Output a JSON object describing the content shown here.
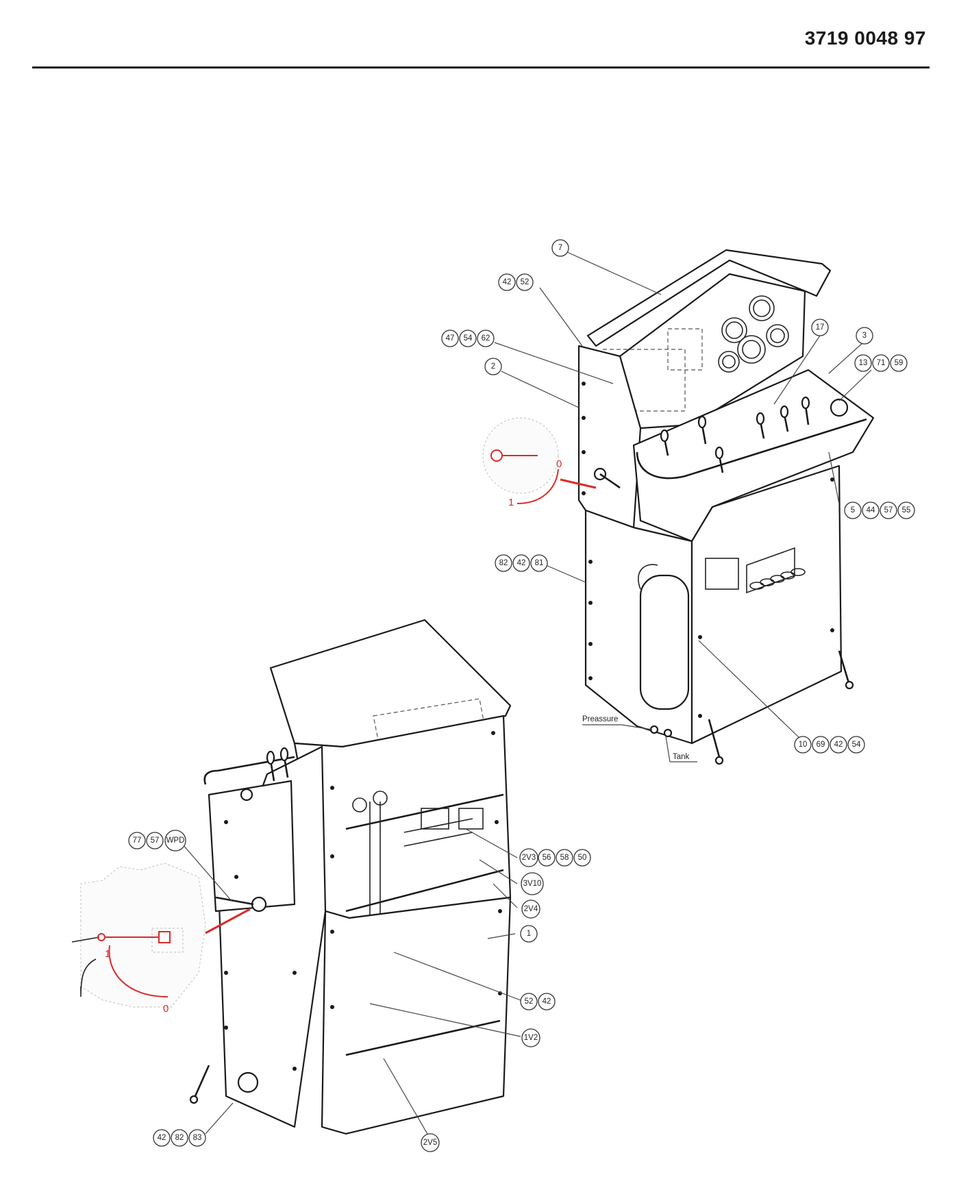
{
  "header": {
    "doc_number": "3719 0048 97"
  },
  "callouts_upper": {
    "c7": "7",
    "c42a": "42",
    "c52a": "52",
    "c47": "47",
    "c54a": "54",
    "c62": "62",
    "c2": "2",
    "c17": "17",
    "c3": "3",
    "c13": "13",
    "c71": "71",
    "c59": "59",
    "c5": "5",
    "c44": "44",
    "c57a": "57",
    "c55": "55",
    "c82a": "82",
    "c42b": "42",
    "c81": "81",
    "c10": "10",
    "c69": "69",
    "c42c": "42",
    "c54b": "54"
  },
  "callouts_lower": {
    "c77": "77",
    "c57b": "57",
    "cWPD": "WPD",
    "c2V3": "2V3",
    "c56": "56",
    "c58": "58",
    "c50": "50",
    "c3V10": "3V10",
    "c2V4": "2V4",
    "c1": "1",
    "c52b": "52",
    "c42d": "42",
    "c1V2": "1V2",
    "c42e": "42",
    "c82b": "82",
    "c83": "83",
    "c2V5": "2V5"
  },
  "port_labels": {
    "pressure": "Preassure",
    "tank": "Tank"
  },
  "switch_positions": {
    "upper_zero": "0",
    "upper_one": "1",
    "lower_zero": "0",
    "lower_one": "1"
  },
  "colors": {
    "ink": "#1a1a1a",
    "highlight_red": "#d92b2b"
  }
}
